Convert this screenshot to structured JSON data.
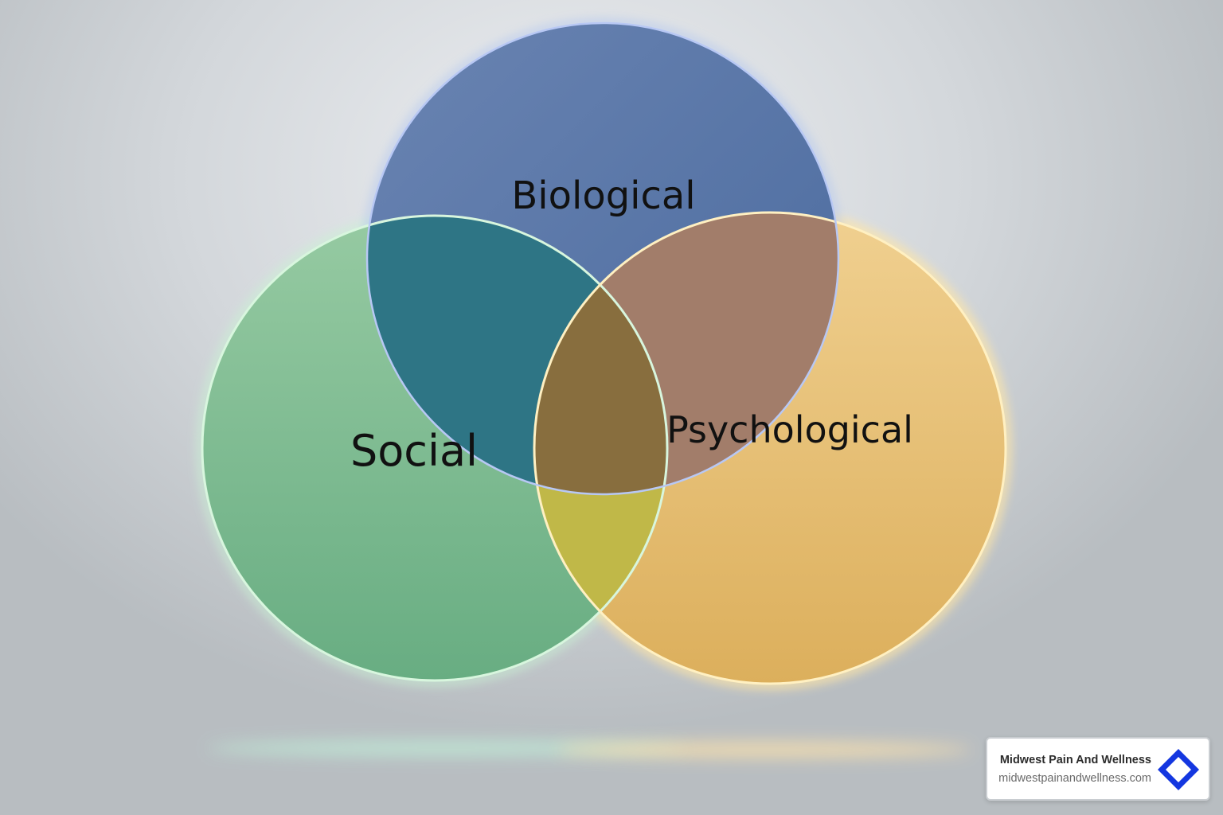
{
  "diagram": {
    "type": "venn",
    "sets": [
      {
        "id": "biological",
        "label": "Biological",
        "color": "#4a6aa0"
      },
      {
        "id": "social",
        "label": "Social",
        "color": "#6fb88a"
      },
      {
        "id": "psychological",
        "label": "Psychological",
        "color": "#e8b95a"
      }
    ]
  },
  "brand": {
    "name": "Midwest Pain And Wellness",
    "url": "midwestpainandwellness.com",
    "logo_icon": "diamond-logo-icon",
    "logo_color": "#1437e0"
  }
}
